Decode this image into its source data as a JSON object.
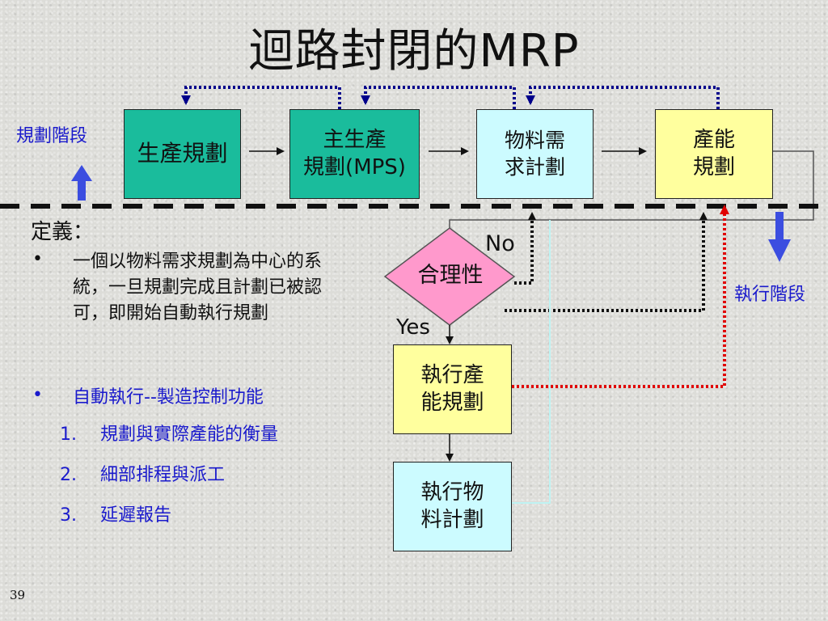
{
  "title": "迴路封閉的MRP",
  "boxes": {
    "production_planning": "生產規劃",
    "mps_line1": "主生產",
    "mps_line2": "規劃(MPS)",
    "mrp_line1": "物料需",
    "mrp_line2": "求計劃",
    "capacity_line1": "產能",
    "capacity_line2": "規劃",
    "exec_capacity_line1": "執行產",
    "exec_capacity_line2": "能規劃",
    "exec_material_line1": "執行物",
    "exec_material_line2": "料計劃"
  },
  "decision": {
    "label": "合理性",
    "no": "No",
    "yes": "Yes"
  },
  "phases": {
    "planning": "規劃階段",
    "execution": "執行階段"
  },
  "definition": {
    "heading": "定義：",
    "bullet1": "一個以物料需求規劃為中心的系統，一旦規劃完成且計劃已被認可，即開始自動執行規劃",
    "bullet2": "自動執行--製造控制功能",
    "items": [
      {
        "num": "1.",
        "text": "規劃與實際產能的衡量"
      },
      {
        "num": "2.",
        "text": "細部排程與派工"
      },
      {
        "num": "3.",
        "text": "延遲報告"
      }
    ]
  },
  "bullet_char": "•",
  "page_number": "39",
  "colors": {
    "green_box": "#1abc9c",
    "cyan_box": "#ccfbff",
    "yellow_box": "#ffff9e",
    "decision": "#ff99cc",
    "blue_text": "#1a1acc",
    "feedback_blue": "#00008b",
    "feedback_red": "#e00000"
  }
}
